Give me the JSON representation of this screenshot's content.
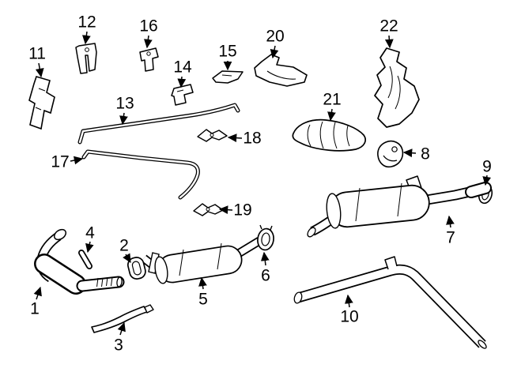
{
  "diagram": {
    "type": "exploded-parts-diagram",
    "description": "Line-art exploded parts diagram of a vehicle exhaust system with numbered callouts",
    "style": {
      "background_color": "#ffffff",
      "line_color": "#000000",
      "label_color": "#000000"
    },
    "callouts": [
      {
        "label": "1"
      },
      {
        "label": "2"
      },
      {
        "label": "3"
      },
      {
        "label": "4"
      },
      {
        "label": "5"
      },
      {
        "label": "6"
      },
      {
        "label": "7"
      },
      {
        "label": "8"
      },
      {
        "label": "9"
      },
      {
        "label": "10"
      },
      {
        "label": "11"
      },
      {
        "label": "12"
      },
      {
        "label": "13"
      },
      {
        "label": "14"
      },
      {
        "label": "15"
      },
      {
        "label": "16"
      },
      {
        "label": "17"
      },
      {
        "label": "18"
      },
      {
        "label": "19"
      },
      {
        "label": "20"
      },
      {
        "label": "21"
      },
      {
        "label": "22"
      }
    ]
  }
}
